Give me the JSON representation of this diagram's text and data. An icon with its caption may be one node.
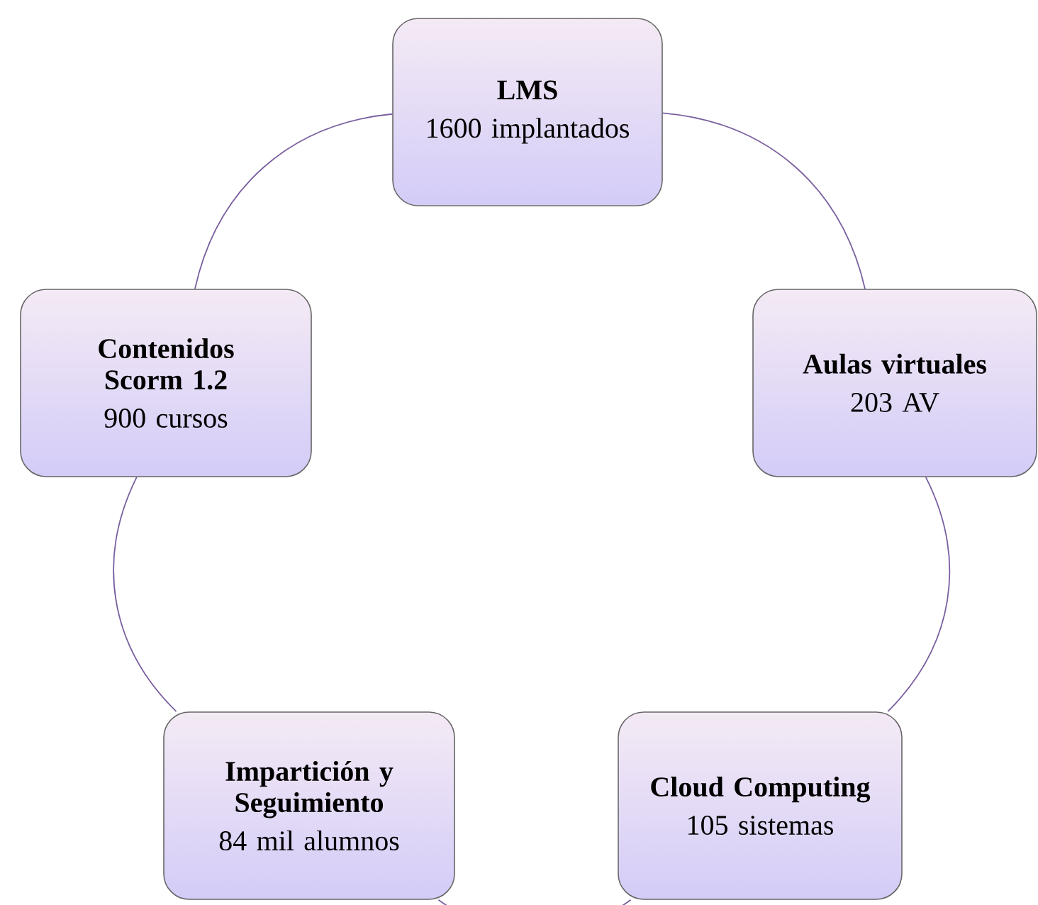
{
  "diagram": {
    "nodes": [
      {
        "text": [
          "LMS",
          "1600 implantados"
        ]
      },
      {
        "text": [
          "Aulas virtuales",
          "203 AV"
        ]
      },
      {
        "text": [
          "Cloud Computing",
          "105 sistemas"
        ]
      },
      {
        "text": [
          "Impartición y Seguimiento",
          "84 mil alumnos"
        ]
      },
      {
        "text": [
          "Contenidos Scorm 1.2",
          "900 cursos"
        ]
      }
    ],
    "edges": [
      {
        "from": 0,
        "to": 1,
        "arrow": "none"
      },
      {
        "from": 1,
        "to": 2,
        "arrow": "none"
      },
      {
        "from": 2,
        "to": 3,
        "arrow": "none"
      },
      {
        "from": 3,
        "to": 4,
        "arrow": "none"
      },
      {
        "from": 4,
        "to": 0,
        "arrow": "none"
      }
    ]
  }
}
